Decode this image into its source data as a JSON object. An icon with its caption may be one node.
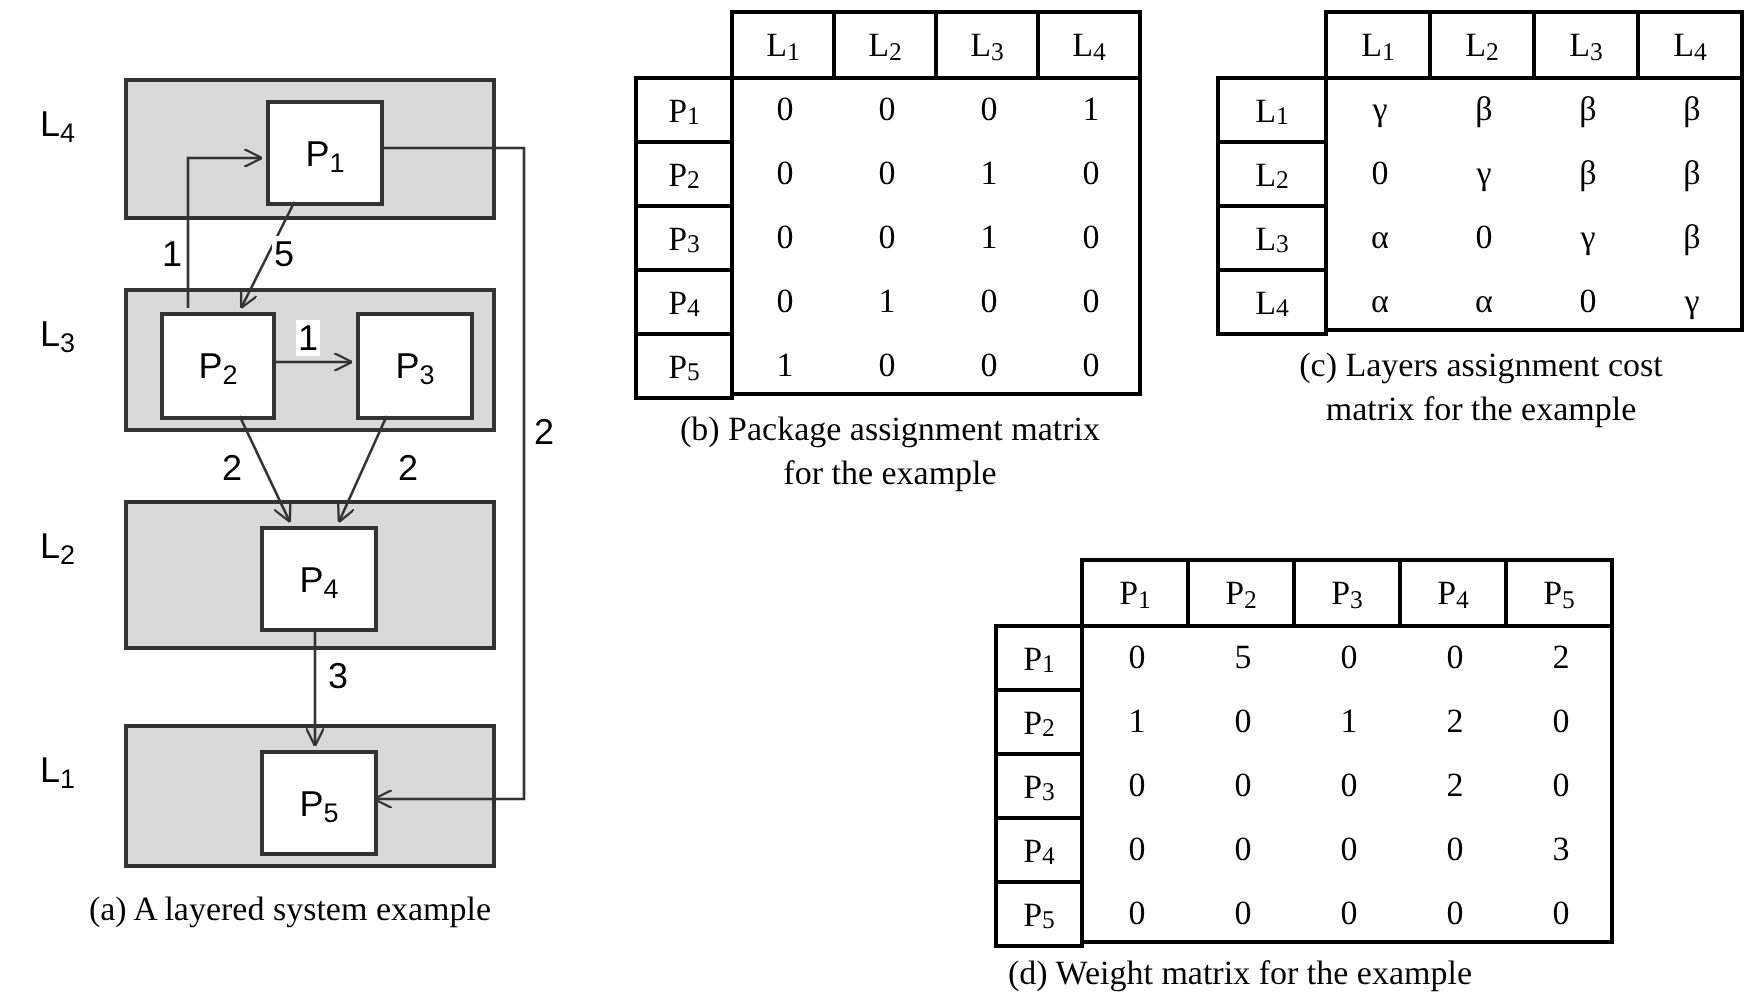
{
  "diagram": {
    "nodes": [
      {
        "text": [],
        "shape": "box",
        "beside": [
          "L$_{4}$"
        ]
      },
      {
        "text": [
          "P$_{1}$"
        ],
        "in": 0
      },
      {
        "text": [],
        "shape": "box",
        "beside": [
          "L$_{3}$"
        ]
      },
      {
        "text": [
          "P$_{2}$"
        ],
        "in": 2
      },
      {
        "text": [
          "P$_{3}$"
        ],
        "in": 2
      },
      {
        "text": [],
        "shape": "box",
        "beside": [
          "L$_{2}$"
        ]
      },
      {
        "text": [
          "P$_{4}$"
        ],
        "in": 5
      },
      {
        "text": [],
        "shape": "box",
        "beside": [
          "L$_{1}$"
        ]
      },
      {
        "text": [
          "P$_{5}$"
        ],
        "in": 7
      }
    ],
    "edges": [
      {
        "from": 3,
        "to": 1,
        "arrow": "to",
        "label": "1"
      },
      {
        "from": 1,
        "to": 3,
        "arrow": "to",
        "label": "5"
      },
      {
        "from": 3,
        "to": 4,
        "arrow": "to",
        "label": "1"
      },
      {
        "from": 3,
        "to": 6,
        "arrow": "to",
        "label": "2"
      },
      {
        "from": 4,
        "to": 6,
        "arrow": "to",
        "label": "2"
      },
      {
        "from": 6,
        "to": 8,
        "arrow": "to",
        "label": "3"
      },
      {
        "from": 1,
        "to": 8,
        "arrow": "to",
        "label": "2"
      }
    ],
    "labels": [
      "L$_{1}$",
      "L$_{2}$",
      "L$_{3}$",
      "L$_{4}$",
      "P$_{1}$",
      "0",
      "0",
      "0",
      "1",
      "P$_{2}$",
      "0",
      "0",
      "1",
      "0",
      "P$_{3}$",
      "0",
      "0",
      "1",
      "0",
      "P$_{4}$",
      "0",
      "1",
      "0",
      "0",
      "P$_{5}$",
      "1",
      "0",
      "0",
      "0",
      "(b) Package assignment matrix for the example",
      "L$_{1}$",
      "L$_{2}$",
      "L$_{3}$",
      "L$_{4}$",
      "L$_{1}$",
      "γ",
      "β",
      "β",
      "β",
      "L$_{2}$",
      "0",
      "γ",
      "β",
      "β",
      "L$_{3}$",
      "α",
      "0",
      "γ",
      "β",
      "L$_{4}$",
      "α",
      "α",
      "0",
      "γ",
      "(c) Layers assignment cost matrix for the example",
      "(a) A layered system example",
      "P$_{1}$",
      "P$_{2}$",
      "P$_{3}$",
      "P$_{4}$",
      "P$_{5}$",
      "P$_{1}$",
      "0",
      "5",
      "0",
      "0",
      "2",
      "P$_{2}$",
      "1",
      "0",
      "1",
      "2",
      "0",
      "P$_{3}$",
      "0",
      "0",
      "0",
      "2",
      "0",
      "P$_{4}$",
      "0",
      "0",
      "0",
      "0",
      "3",
      "P$_{5}$",
      "0",
      "0",
      "0",
      "0",
      "0",
      "(d) Weight matrix for the example"
    ]
  }
}
